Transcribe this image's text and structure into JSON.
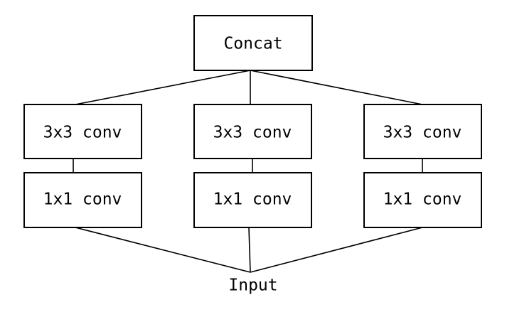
{
  "nodes": {
    "concat": "Concat",
    "left_3x3": "3x3 conv",
    "center_3x3": "3x3 conv",
    "right_3x3": "3x3 conv",
    "left_1x1": "1x1 conv",
    "center_1x1": "1x1 conv",
    "right_1x1": "1x1 conv",
    "input": "Input"
  }
}
